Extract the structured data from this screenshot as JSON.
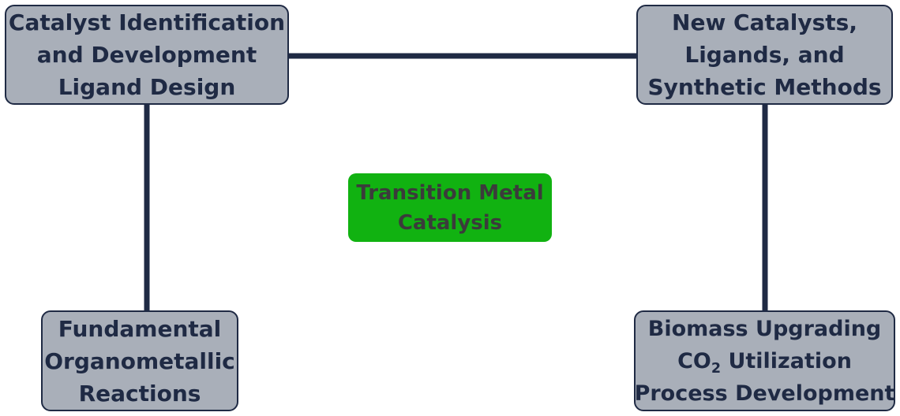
{
  "diagram": {
    "center": {
      "lines": [
        "Transition Metal",
        "Catalysis"
      ],
      "color": "#11b211"
    },
    "nodes": {
      "top_left": {
        "lines": [
          "Catalyst Identification",
          "and Development",
          "Ligand Design"
        ]
      },
      "top_right": {
        "lines": [
          "New Catalysts,",
          "Ligands, and",
          "Synthetic Methods"
        ]
      },
      "bottom_left": {
        "lines": [
          "Fundamental",
          "Organometallic",
          "Reactions"
        ]
      },
      "bottom_right": {
        "line1": "Biomass Upgrading",
        "line2_main": "CO",
        "line2_sub": "2",
        "line2_rest": " Utilization",
        "line3": "Process Development"
      }
    },
    "node_fill": "#a9afb9",
    "border_color": "#1f2a44",
    "connectors": [
      {
        "from": "Catalyst Identification and Development Ligand Design",
        "to": "New Catalysts, Ligands, and Synthetic Methods"
      },
      {
        "from": "Catalyst Identification and Development Ligand Design",
        "to": "Fundamental Organometallic Reactions"
      },
      {
        "from": "New Catalysts, Ligands, and Synthetic Methods",
        "to": "Biomass Upgrading CO2 Utilization Process Development"
      }
    ]
  }
}
